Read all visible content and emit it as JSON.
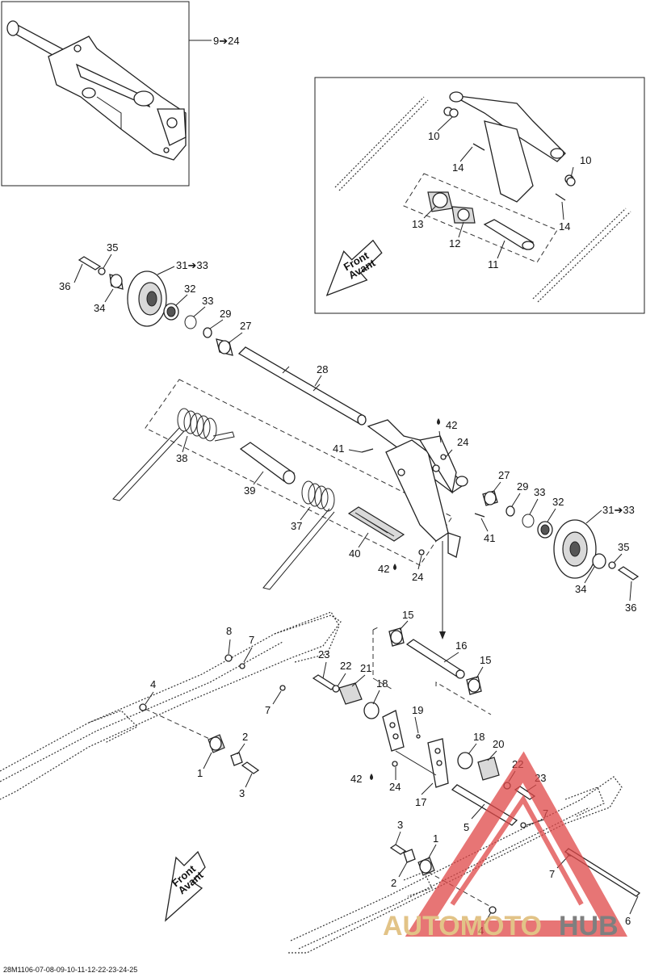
{
  "callouts": {
    "c9_24": "9➔24",
    "c10a": "10",
    "c10b": "10",
    "c14a": "14",
    "c14b": "14",
    "c13": "13",
    "c12": "12",
    "c11": "11",
    "c35a": "35",
    "c31a": "31➔33",
    "c36a": "36",
    "c32a": "32",
    "c33a": "33",
    "c34a": "34",
    "c29a": "29",
    "c27a": "27",
    "c28": "28",
    "c42a": "42",
    "c24a": "24",
    "c41a": "41",
    "c38": "38",
    "c39": "39",
    "c37": "37",
    "c40": "40",
    "c42b": "42",
    "c24b": "24",
    "c27b": "27",
    "c29b": "29",
    "c33b": "33",
    "c32b": "32",
    "c31b": "31➔33",
    "c41b": "41",
    "c35b": "35",
    "c34b": "34",
    "c36b": "36",
    "c15a": "15",
    "c16": "16",
    "c15b": "15",
    "c8": "8",
    "c7a": "7",
    "c23a": "23",
    "c22a": "22",
    "c21": "21",
    "c18a": "18",
    "c4a": "4",
    "c7b": "7",
    "c19": "19",
    "c2a": "2",
    "c1a": "1",
    "c3a": "3",
    "c18b": "18",
    "c20": "20",
    "c42c": "42",
    "c24c": "24",
    "c17": "17",
    "c22b": "22",
    "c23b": "23",
    "c5": "5",
    "c7c": "7",
    "c3b": "3",
    "c1b": "1",
    "c2b": "2",
    "c7d": "7",
    "c6": "6",
    "c4b": "4"
  },
  "front_label": {
    "line1": "Front",
    "line2": "Avant"
  },
  "watermark": {
    "part1": "AUTOMOTO",
    "part2": "HUB"
  },
  "footer": "28M1106-07-08-09-10-11-12-22-23-24-25",
  "colors": {
    "watermark_red": "#e04848",
    "watermark_gold": "#d9b060",
    "watermark_gray": "#555555"
  }
}
